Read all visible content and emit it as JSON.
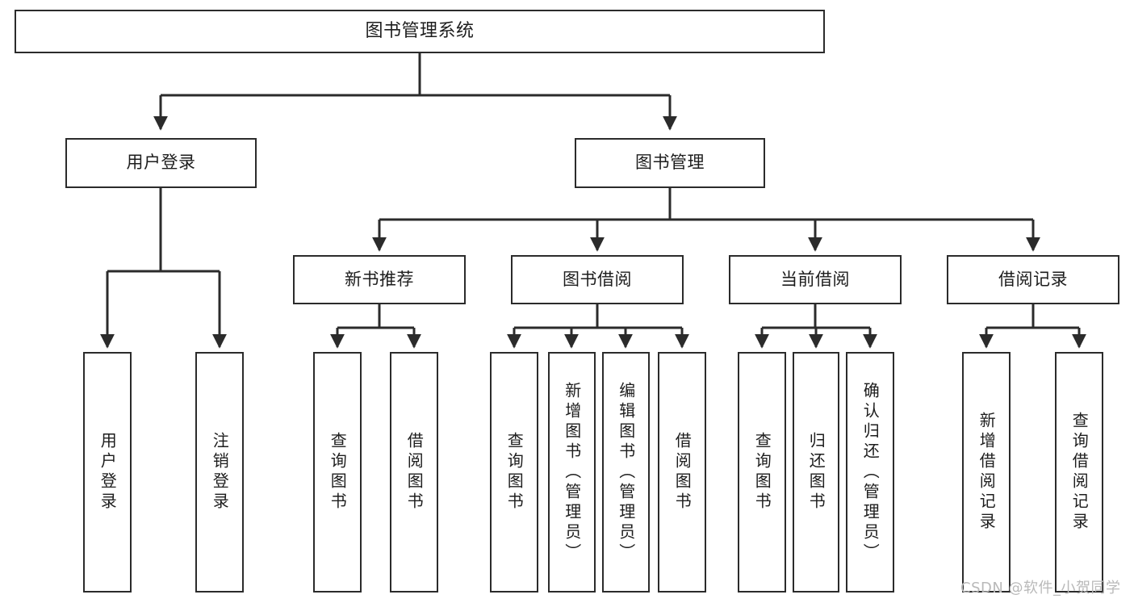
{
  "diagram": {
    "type": "tree-hierarchy-chart",
    "title": "图书管理系统",
    "watermark": "CSDN @软件_小贺同学",
    "colors": {
      "stroke": "#2b2b2b",
      "fill": "#ffffff",
      "text": "#1d1d1d",
      "watermark": "#b9b9b9"
    },
    "root": {
      "label": "图书管理系统"
    },
    "level2": [
      {
        "label": "用户登录"
      },
      {
        "label": "图书管理"
      }
    ],
    "level3": [
      {
        "label": "新书推荐"
      },
      {
        "label": "图书借阅"
      },
      {
        "label": "当前借阅"
      },
      {
        "label": "借阅记录"
      }
    ],
    "leaves": [
      {
        "label": "用户登录",
        "parent": "用户登录"
      },
      {
        "label": "注销登录",
        "parent": "用户登录"
      },
      {
        "label": "查询图书",
        "parent": "新书推荐"
      },
      {
        "label": "借阅图书",
        "parent": "新书推荐"
      },
      {
        "label": "查询图书",
        "parent": "图书借阅"
      },
      {
        "label": "新增图书（管理员）",
        "parent": "图书借阅"
      },
      {
        "label": "编辑图书（管理员）",
        "parent": "图书借阅"
      },
      {
        "label": "借阅图书",
        "parent": "图书借阅"
      },
      {
        "label": "查询图书",
        "parent": "当前借阅"
      },
      {
        "label": "归还图书",
        "parent": "当前借阅"
      },
      {
        "label": "确认归还（管理员）",
        "parent": "当前借阅"
      },
      {
        "label": "新增借阅记录",
        "parent": "借阅记录"
      },
      {
        "label": "查询借阅记录",
        "parent": "借阅记录"
      }
    ]
  }
}
